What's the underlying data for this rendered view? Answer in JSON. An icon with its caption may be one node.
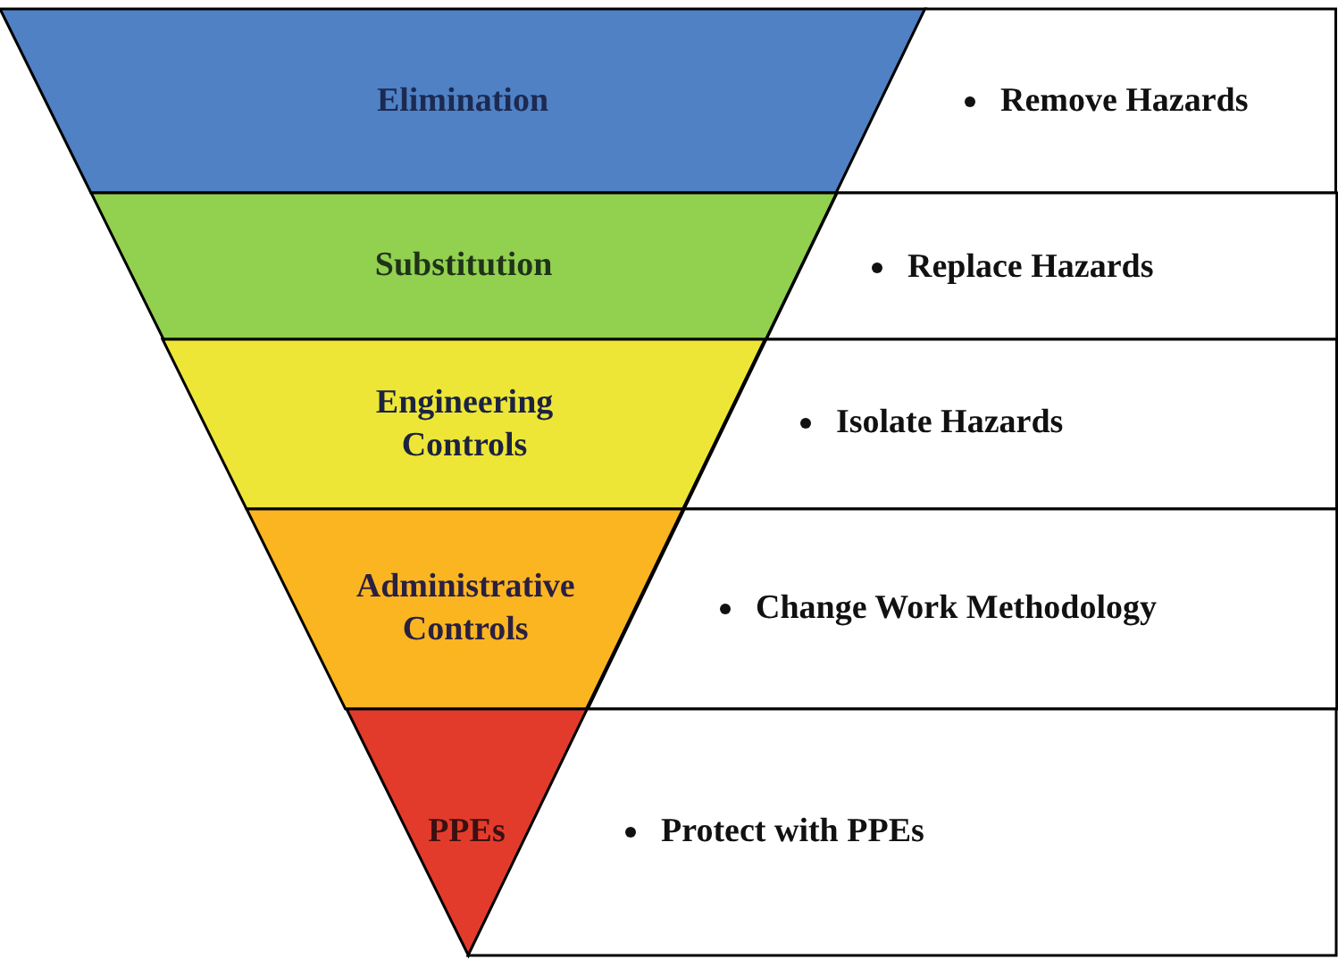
{
  "diagram": {
    "nodes": [
      {
        "text": [
          "Elimination"
        ]
      },
      {
        "text": [
          "Remove Hazards"
        ]
      },
      {
        "text": [
          "Substitution"
        ]
      },
      {
        "text": [
          "Replace Hazards"
        ]
      },
      {
        "text": [
          "Engineering Controls"
        ]
      },
      {
        "text": [
          "Isolate Hazards"
        ]
      },
      {
        "text": [
          "Administrative Controls"
        ]
      },
      {
        "text": [
          "Change Work Methodology"
        ]
      },
      {
        "text": [
          "PPEs"
        ]
      },
      {
        "text": [
          "Protect with PPEs"
        ]
      }
    ]
  }
}
